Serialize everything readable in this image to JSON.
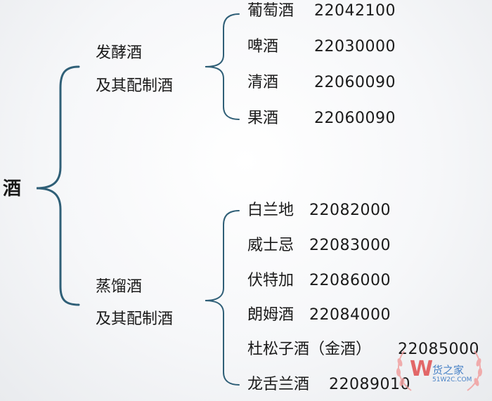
{
  "root": {
    "label": "酒"
  },
  "branches": [
    {
      "label_line1": "发酵酒",
      "label_line2": "及其配制酒",
      "items": [
        {
          "name": "葡萄酒",
          "code": "22042100"
        },
        {
          "name": "啤酒",
          "code": "22030000"
        },
        {
          "name": "清酒",
          "code": "22060090"
        },
        {
          "name": "果酒",
          "code": "22060090"
        }
      ]
    },
    {
      "label_line1": "蒸馏酒",
      "label_line2": "及其配制酒",
      "items": [
        {
          "name": "白兰地",
          "code": "22082000"
        },
        {
          "name": "威士忌",
          "code": "22083000"
        },
        {
          "name": "伏特加",
          "code": "22086000"
        },
        {
          "name": "朗姆酒",
          "code": "22084000"
        },
        {
          "name": "杜松子酒（金酒）",
          "code": "22085000"
        },
        {
          "name": "龙舌兰酒",
          "code": "22089010"
        }
      ]
    }
  ],
  "watermark": {
    "brand": "货之家",
    "letter": "W",
    "site": "51W2C.COM"
  },
  "colors": {
    "bracket": "#2f5f77",
    "text": "#1a1a1a",
    "watermark": "#2b6fbf"
  }
}
